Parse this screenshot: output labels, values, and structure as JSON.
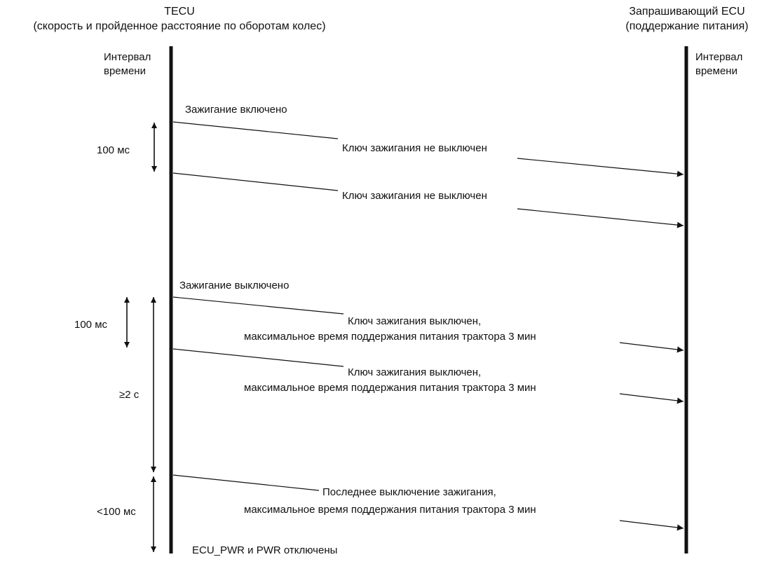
{
  "colors": {
    "line": "#111111",
    "background": "#ffffff"
  },
  "left_lane": {
    "title": "TECU",
    "subtitle": "(скорость и пройденное расстояние по оборотам колес)",
    "interval_line1": "Интервал",
    "interval_line2": "времени"
  },
  "right_lane": {
    "title": "Запрашивающий ECU",
    "subtitle": "(поддержание питания)",
    "interval_line1": "Интервал",
    "interval_line2": "времени"
  },
  "events": {
    "ignition_on": "Зажигание включено",
    "ignition_off": "Зажигание выключено",
    "power_off": "ECU_PWR и PWR отключены"
  },
  "messages": [
    {
      "line1": "Ключ зажигания не выключен",
      "line2": ""
    },
    {
      "line1": "Ключ зажигания не выключен",
      "line2": ""
    },
    {
      "line1": "Ключ зажигания выключен,",
      "line2": "максимальное время поддержания питания трактора 3 мин"
    },
    {
      "line1": "Ключ зажигания выключен,",
      "line2": "максимальное время поддержания питания трактора 3 мин"
    },
    {
      "line1": "Последнее выключение зажигания,",
      "line2": "максимальное время поддержания питания трактора 3 мин"
    }
  ],
  "intervals": [
    {
      "label": "100 мс"
    },
    {
      "label": "100 мс"
    },
    {
      "label": "≥2 с"
    },
    {
      "label": "<100 мс"
    }
  ]
}
